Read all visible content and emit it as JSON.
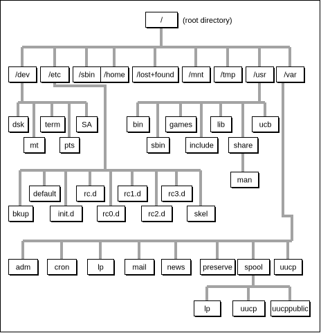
{
  "diagram": {
    "root_note": "(root directory)",
    "nodes": {
      "root": "/",
      "dev": "/dev",
      "etc": "/etc",
      "sbin_top": "/sbin",
      "home": "/home",
      "lost_found": "/lost+found",
      "mnt": "/mnt",
      "tmp": "/tmp",
      "usr": "/usr",
      "var": "/var",
      "dsk": "dsk",
      "mt": "mt",
      "term": "term",
      "pts": "pts",
      "sa": "SA",
      "bin": "bin",
      "sbin_usr": "sbin",
      "games": "games",
      "include": "include",
      "lib": "lib",
      "share": "share",
      "ucb": "ucb",
      "man": "man",
      "bkup": "bkup",
      "default": "default",
      "initd": "init.d",
      "rcd": "rc.d",
      "rc0d": "rc0.d",
      "rc1d": "rc1.d",
      "rc2d": "rc2.d",
      "rc3d": "rc3.d",
      "skel": "skel",
      "adm": "adm",
      "cron": "cron",
      "lp_var": "lp",
      "mail": "mail",
      "news": "news",
      "preserve": "preserve",
      "spool": "spool",
      "uucp_var": "uucp",
      "lp_spool": "lp",
      "uucp_spool": "uucp",
      "uucppublic": "uucppublic"
    }
  }
}
